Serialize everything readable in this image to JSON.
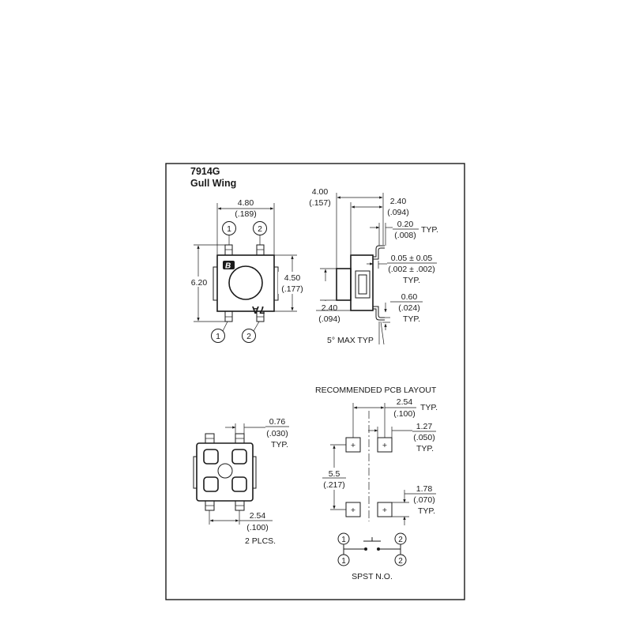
{
  "title": {
    "part": "7914G",
    "style": "Gull Wing"
  },
  "top_view": {
    "width_mm": "4.80",
    "width_in": "(.189)",
    "height_mm": "6.20",
    "body_mm": "4.50",
    "body_in": "(.177)",
    "pin1": "1",
    "pin2": "2",
    "marking": "7A",
    "logo": "B"
  },
  "side_view": {
    "overall_mm": "4.00",
    "overall_in": "(.157)",
    "body_mm": "2.40",
    "body_in": "(.094)",
    "lead_thk_mm": "0.20",
    "lead_thk_in": "(.008)",
    "lead_thk_typ": "TYP.",
    "standoff_mm": "0.05 ± 0.05",
    "standoff_in": "(.002 ± .002)",
    "standoff_typ": "TYP.",
    "actuator_mm": "2.40",
    "actuator_in": "(.094)",
    "foot_mm": "0.60",
    "foot_in": "(.024)",
    "foot_typ": "TYP.",
    "angle": "5° MAX TYP"
  },
  "bottom_view": {
    "lead_w_mm": "0.76",
    "lead_w_in": "(.030)",
    "lead_w_typ": "TYP.",
    "pitch_mm": "2.54",
    "pitch_in": "(.100)",
    "pitch_note": "2 PLCS."
  },
  "pcb_layout": {
    "heading": "RECOMMENDED PCB LAYOUT",
    "pitch_mm": "2.54",
    "pitch_in": "(.100)",
    "pitch_typ": "TYP.",
    "pad_w_mm": "1.27",
    "pad_w_in": "(.050)",
    "pad_w_typ": "TYP.",
    "row_mm": "5.5",
    "row_in": "(.217)",
    "pad_h_mm": "1.78",
    "pad_h_in": "(.070)",
    "pad_h_typ": "TYP.",
    "pad_mark": "+"
  },
  "schematic": {
    "pin1": "1",
    "pin2": "2",
    "label": "SPST N.O."
  }
}
